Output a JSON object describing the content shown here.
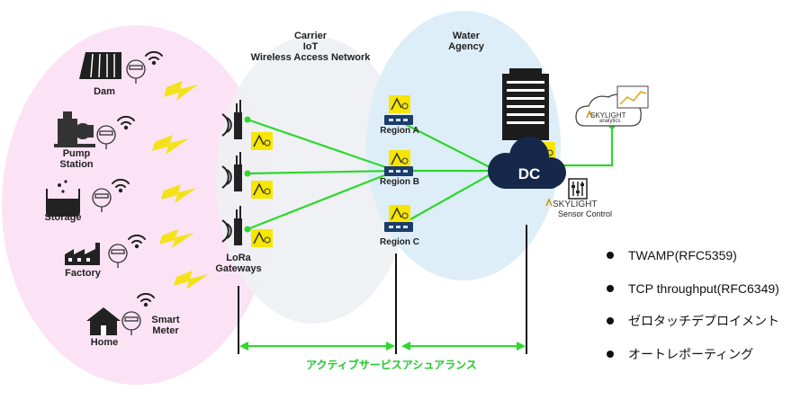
{
  "zones": {
    "carrier": "Carrier\nIoT\nWireless Access Network",
    "water": "Water\nAgency"
  },
  "sites": [
    {
      "label": "Dam"
    },
    {
      "label": "Pump\nStation"
    },
    {
      "label": "Storage"
    },
    {
      "label": "Factory"
    },
    {
      "label": "Smart\nMeter"
    },
    {
      "label": "Home"
    }
  ],
  "gateways": {
    "label": "LoRa\nGateways"
  },
  "regions": [
    "Region A",
    "Region B",
    "Region C"
  ],
  "dc": {
    "label": "DC"
  },
  "skylight": {
    "brand": "SKYLIGHT",
    "analytics": "analytics",
    "sensor_control": "Sensor Control"
  },
  "span_label": "アクティブサービスアシュアランス",
  "features": [
    "TWAMP(RFC5359)",
    "TCP throughput(RFC6349)",
    "ゼロタッチデプロイメント",
    "オートレポーティング"
  ],
  "colors": {
    "pink_zone": "#fbe3f5",
    "grey_zone": "#eef0f3",
    "blue_zone": "#dcedf8",
    "green": "#2cd82c",
    "dc_cloud": "#15284a",
    "badge": "#f7e600"
  }
}
